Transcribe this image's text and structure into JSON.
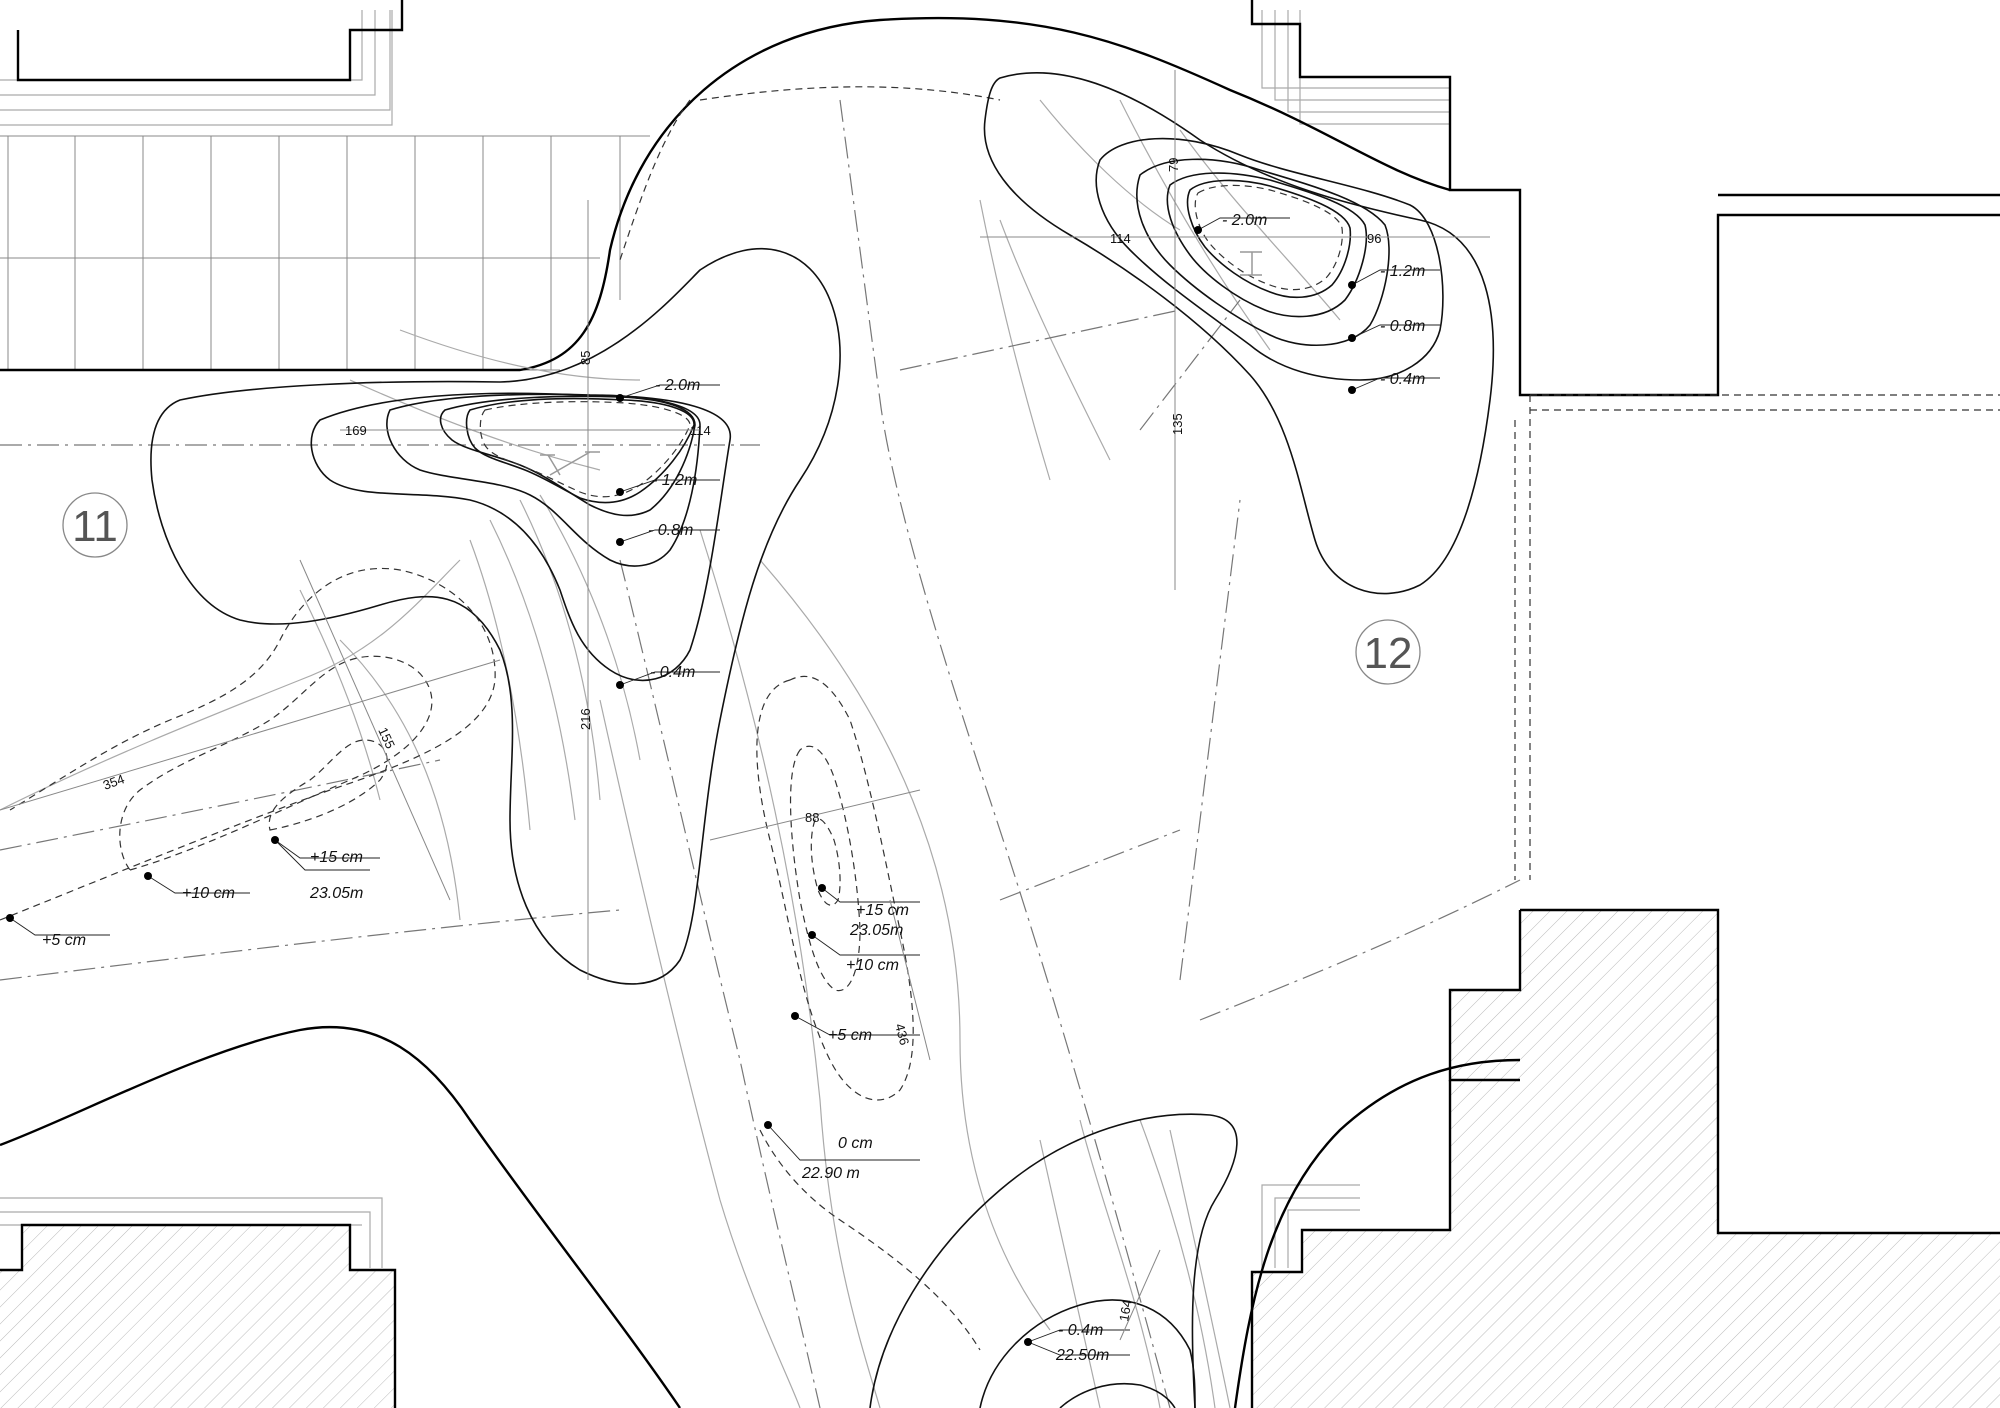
{
  "zones": [
    {
      "id": "zone-11",
      "label": "11"
    },
    {
      "id": "zone-12",
      "label": "12"
    }
  ],
  "labels": {
    "depth_a_20": "- 2.0m",
    "depth_a_12": "- 1.2m",
    "depth_a_08": "- 0.8m",
    "depth_a_04": "- 0.4m",
    "depth_b_20": "- 2.0m",
    "depth_b_12": "- 1.2m",
    "depth_b_08": "- 0.8m",
    "depth_b_04": "- 0.4m",
    "depth_c_04": "- 0.4m",
    "elev_c": "22.50m",
    "left_15": "+15 cm",
    "left_10": "+10 cm",
    "left_05": "+5 cm",
    "left_elev": "23.05m",
    "mid_15": "+15 cm",
    "mid_elev": "23.05m",
    "mid_10": "+10 cm",
    "mid_05": "+5 cm",
    "mid_00": "0 cm",
    "mid_base": "22.90 m"
  },
  "dimensions": {
    "d169": "169",
    "d85": "85",
    "d114a": "114",
    "d216": "216",
    "d354": "354",
    "d155": "155",
    "d88": "88",
    "d436": "436",
    "d79": "79",
    "d114b": "114",
    "d96": "96",
    "d135": "135",
    "d164": "164"
  }
}
